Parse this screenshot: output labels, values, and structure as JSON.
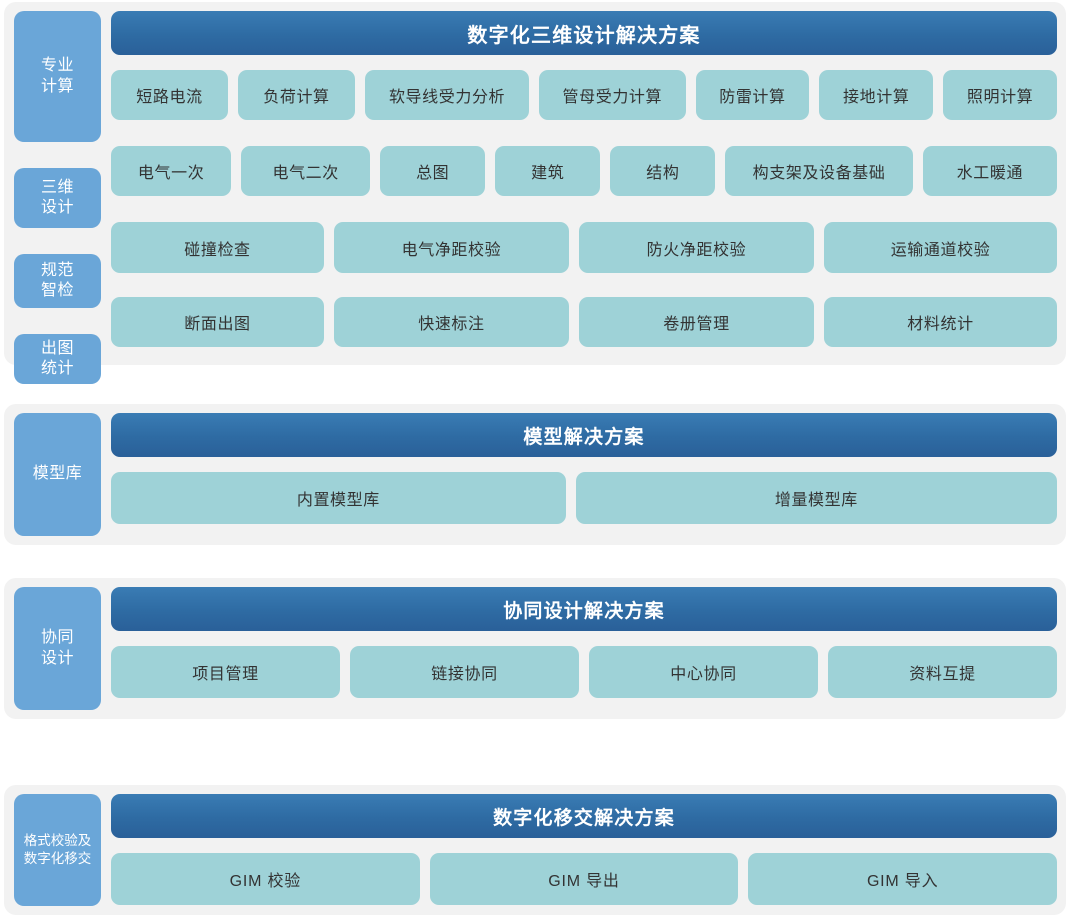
{
  "palette": {
    "page_background": "#ffffff",
    "panel_background": "#f2f2f2",
    "category_chip": "#6aa6d8",
    "banner_blue": "#2e6ba3",
    "tile_teal": "#9ed2d7",
    "tile_text": "#333333",
    "chip_text": "#ffffff"
  },
  "sections": [
    {
      "id": "digital-3d-design",
      "banner": "数字化三维设计解决方案",
      "categories": [
        {
          "label": "专业\n计算",
          "line1": "专业",
          "line2": "计算"
        },
        {
          "label": "三维\n设计",
          "line1": "三维",
          "line2": "设计"
        },
        {
          "label": "规范\n智检",
          "line1": "规范",
          "line2": "智检"
        },
        {
          "label": "出图\n统计",
          "line1": "出图",
          "line2": "统计"
        }
      ],
      "rows": [
        {
          "category": "专业计算",
          "tiles": [
            {
              "label": "短路电流",
              "flex": 1.0
            },
            {
              "label": "负荷计算",
              "flex": 1.0
            },
            {
              "label": "软导线受力分析",
              "flex": 1.45
            },
            {
              "label": "管母受力计算",
              "flex": 1.28
            },
            {
              "label": "防雷计算",
              "flex": 0.97
            },
            {
              "label": "接地计算",
              "flex": 0.97
            },
            {
              "label": "照明计算",
              "flex": 0.97
            }
          ]
        },
        {
          "category": "三维设计",
          "tiles": [
            {
              "label": "电气一次",
              "flex": 1.0
            },
            {
              "label": "电气二次",
              "flex": 1.08
            },
            {
              "label": "总图",
              "flex": 0.86
            },
            {
              "label": "建筑",
              "flex": 0.86
            },
            {
              "label": "结构",
              "flex": 0.86
            },
            {
              "label": "构支架及设备基础",
              "flex": 1.62
            },
            {
              "label": "水工暖通",
              "flex": 1.13
            }
          ]
        },
        {
          "category": "规范智检",
          "tiles": [
            {
              "label": "碰撞检查",
              "flex": 1.0
            },
            {
              "label": "电气净距校验",
              "flex": 1.11
            },
            {
              "label": "防火净距校验",
              "flex": 1.11
            },
            {
              "label": "运输通道校验",
              "flex": 1.1
            }
          ]
        },
        {
          "category": "出图统计",
          "tiles": [
            {
              "label": "断面出图",
              "flex": 1.0
            },
            {
              "label": "快速标注",
              "flex": 1.11
            },
            {
              "label": "卷册管理",
              "flex": 1.11
            },
            {
              "label": "材料统计",
              "flex": 1.1
            }
          ]
        }
      ]
    },
    {
      "id": "model-solution",
      "banner": "模型解决方案",
      "categories": [
        {
          "label": "模型库",
          "line1": "模型库",
          "line2": ""
        }
      ],
      "rows": [
        {
          "category": "模型库",
          "tiles": [
            {
              "label": "内置模型库",
              "flex": 1.0
            },
            {
              "label": "增量模型库",
              "flex": 1.06
            }
          ]
        }
      ]
    },
    {
      "id": "collaborative-design",
      "banner": "协同设计解决方案",
      "categories": [
        {
          "label": "协同\n设计",
          "line1": "协同",
          "line2": "设计"
        }
      ],
      "rows": [
        {
          "category": "协同设计",
          "tiles": [
            {
              "label": "项目管理",
              "flex": 1.0
            },
            {
              "label": "链接协同",
              "flex": 1.0
            },
            {
              "label": "中心协同",
              "flex": 1.0
            },
            {
              "label": "资料互提",
              "flex": 1.0
            }
          ]
        }
      ]
    },
    {
      "id": "digital-handover",
      "banner": "数字化移交解决方案",
      "categories": [
        {
          "label": "格式校验及\n数字化移交",
          "line1": "格式校验及",
          "line2": "数字化移交"
        }
      ],
      "rows": [
        {
          "category": "格式校验及数字化移交",
          "tiles": [
            {
              "label": "GIM 校验",
              "flex": 1.0
            },
            {
              "label": "GIM 导出",
              "flex": 1.0
            },
            {
              "label": "GIM 导入",
              "flex": 1.0
            }
          ]
        }
      ]
    }
  ]
}
